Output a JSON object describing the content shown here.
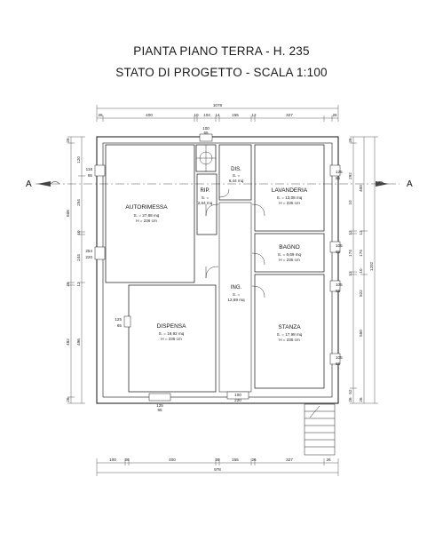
{
  "title_line1": "PIANTA PIANO TERRA - H. 235",
  "title_line2": "STATO DI PROGETTO - SCALA 1:100",
  "section_marker": "A",
  "rooms": [
    {
      "id": "autorimessa",
      "name": "AUTORIMESSA",
      "area": "S. = 27,88 mq",
      "height": "H = 236 cm"
    },
    {
      "id": "rip",
      "name": "RIP.",
      "area": "S. =",
      "area2": "2,64 mq"
    },
    {
      "id": "dis",
      "name": "DIS.",
      "area": "S. =",
      "area2": "6,44 mq"
    },
    {
      "id": "lavanderia",
      "name": "LAVANDERIA",
      "area": "S. = 13,08 mq",
      "height": "H = 235 cm"
    },
    {
      "id": "bagno",
      "name": "BAGNO",
      "area": "S. = 6,69 mq",
      "height": "H = 235 cm"
    },
    {
      "id": "ing",
      "name": "ING.",
      "area": "S. =",
      "area2": "12,69 mq"
    },
    {
      "id": "stanza",
      "name": "STANZA",
      "area": "S. = 17,98 mq",
      "height": "H = 235 cm"
    },
    {
      "id": "dispensa",
      "name": "DISPENSA",
      "area": "S. = 19,92 mq",
      "height": "H = 235 cm"
    }
  ],
  "dims_top": {
    "total": "1078",
    "segments": [
      "26",
      "400",
      "10",
      "104",
      "14",
      "155",
      "12",
      "327",
      "26"
    ]
  },
  "dims_bottom": {
    "total": "978",
    "segments": [
      "100",
      "26",
      "400",
      "26",
      "155",
      "26",
      "327",
      "26"
    ]
  },
  "dims_left": {
    "outer": [
      "26",
      "606",
      "26",
      "482",
      "26"
    ],
    "inner": [
      "120",
      "254",
      "10",
      "244",
      "12",
      "496"
    ]
  },
  "dims_right": {
    "outer": [
      "400",
      "12",
      "174",
      "10",
      "822",
      "550",
      "26"
    ],
    "inner": [
      "26",
      "292",
      "10",
      "12",
      "174",
      "12",
      "52",
      "26"
    ],
    "total": "1202"
  },
  "window_labels": [
    {
      "id": "w-left-top",
      "a": "118",
      "b": "65"
    },
    {
      "id": "w-left-mid",
      "a": "254",
      "b": "220"
    },
    {
      "id": "w-dispensa",
      "a": "125",
      "b": "65"
    },
    {
      "id": "w-right-lav",
      "a": "125",
      "b": "65"
    },
    {
      "id": "w-right-bagno",
      "a": "105",
      "b": "65"
    },
    {
      "id": "w-right-stanza1",
      "a": "105",
      "b": "65"
    },
    {
      "id": "w-right-stanza2",
      "a": "105",
      "b": "65"
    },
    {
      "id": "w-top",
      "a": "100",
      "b": "65"
    },
    {
      "id": "w-bottom-disp",
      "a": "125",
      "b": "65"
    },
    {
      "id": "w-bottom-ing",
      "a": "100",
      "b": "220"
    }
  ]
}
